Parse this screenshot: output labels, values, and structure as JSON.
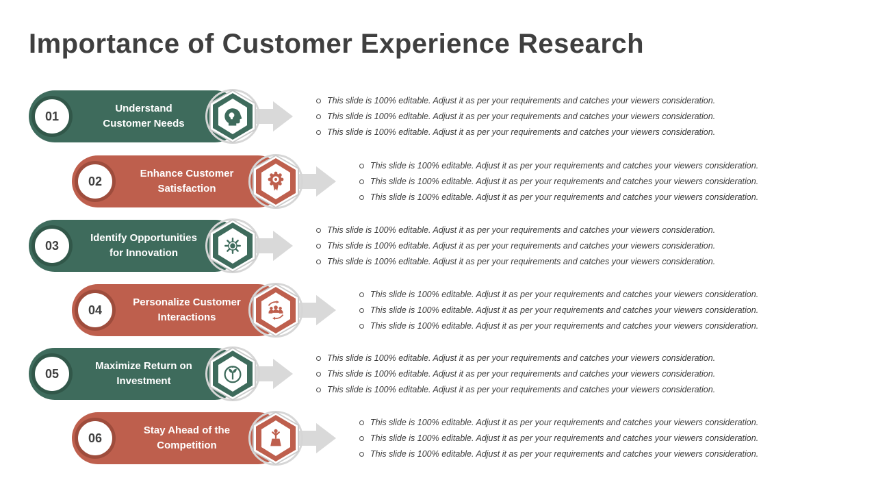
{
  "title": "Importance of Customer Experience Research",
  "rows": [
    {
      "number": "01",
      "theme": "teal",
      "icon": "head-idea-icon",
      "title_lines": [
        "Understand",
        "Customer Needs"
      ],
      "bullets": [
        "This slide is 100% editable. Adjust it as per your requirements and catches your viewers consideration.",
        "This slide is 100% editable. Adjust it as per your requirements and catches your viewers consideration.",
        "This slide is 100% editable. Adjust it as per your requirements and catches your viewers consideration."
      ]
    },
    {
      "number": "02",
      "theme": "red",
      "icon": "award-badge-icon",
      "title_lines": [
        "Enhance Customer",
        "Satisfaction"
      ],
      "bullets": [
        "This slide is 100% editable. Adjust it as per your requirements and catches your viewers consideration.",
        "This slide is 100% editable. Adjust it as per your requirements and catches your viewers consideration.",
        "This slide is 100% editable. Adjust it as per your requirements and catches your viewers consideration."
      ]
    },
    {
      "number": "03",
      "theme": "teal",
      "icon": "innovation-rays-icon",
      "title_lines": [
        "Identify Opportunities",
        "for Innovation"
      ],
      "bullets": [
        "This slide is 100% editable. Adjust it as per your requirements and catches your viewers consideration.",
        "This slide is 100% editable. Adjust it as per your requirements and catches your viewers consideration.",
        "This slide is 100% editable. Adjust it as per your requirements and catches your viewers consideration."
      ]
    },
    {
      "number": "04",
      "theme": "red",
      "icon": "people-sync-icon",
      "title_lines": [
        "Personalize Customer",
        "Interactions"
      ],
      "bullets": [
        "This slide is 100% editable. Adjust it as per your requirements and catches your viewers consideration.",
        "This slide is 100% editable. Adjust it as per your requirements and catches your viewers consideration.",
        "This slide is 100% editable. Adjust it as per your requirements and catches your viewers consideration."
      ]
    },
    {
      "number": "05",
      "theme": "teal",
      "icon": "growth-plant-icon",
      "title_lines": [
        "Maximize Return on",
        "Investment"
      ],
      "bullets": [
        "This slide is 100% editable. Adjust it as per your requirements and catches your viewers consideration.",
        "This slide is 100% editable. Adjust it as per your requirements and catches your viewers consideration.",
        "This slide is 100% editable. Adjust it as per your requirements and catches your viewers consideration."
      ]
    },
    {
      "number": "06",
      "theme": "red",
      "icon": "winner-podium-icon",
      "title_lines": [
        "Stay Ahead of the",
        "Competition"
      ],
      "bullets": [
        "This slide is 100% editable. Adjust it as per your requirements and catches your viewers consideration.",
        "This slide is 100% editable. Adjust it as per your requirements and catches your viewers consideration.",
        "This slide is 100% editable. Adjust it as per your requirements and catches your viewers consideration."
      ]
    }
  ],
  "colors": {
    "teal": "#3E6B5C",
    "teal_dark": "#315749",
    "red": "#BE5F4D",
    "red_dark": "#9E4C3C",
    "arrow": "#D9D9D9",
    "hex_ring": "#CACACA",
    "title_text": "#3F3F3F",
    "body_text": "#3B3B3B"
  }
}
